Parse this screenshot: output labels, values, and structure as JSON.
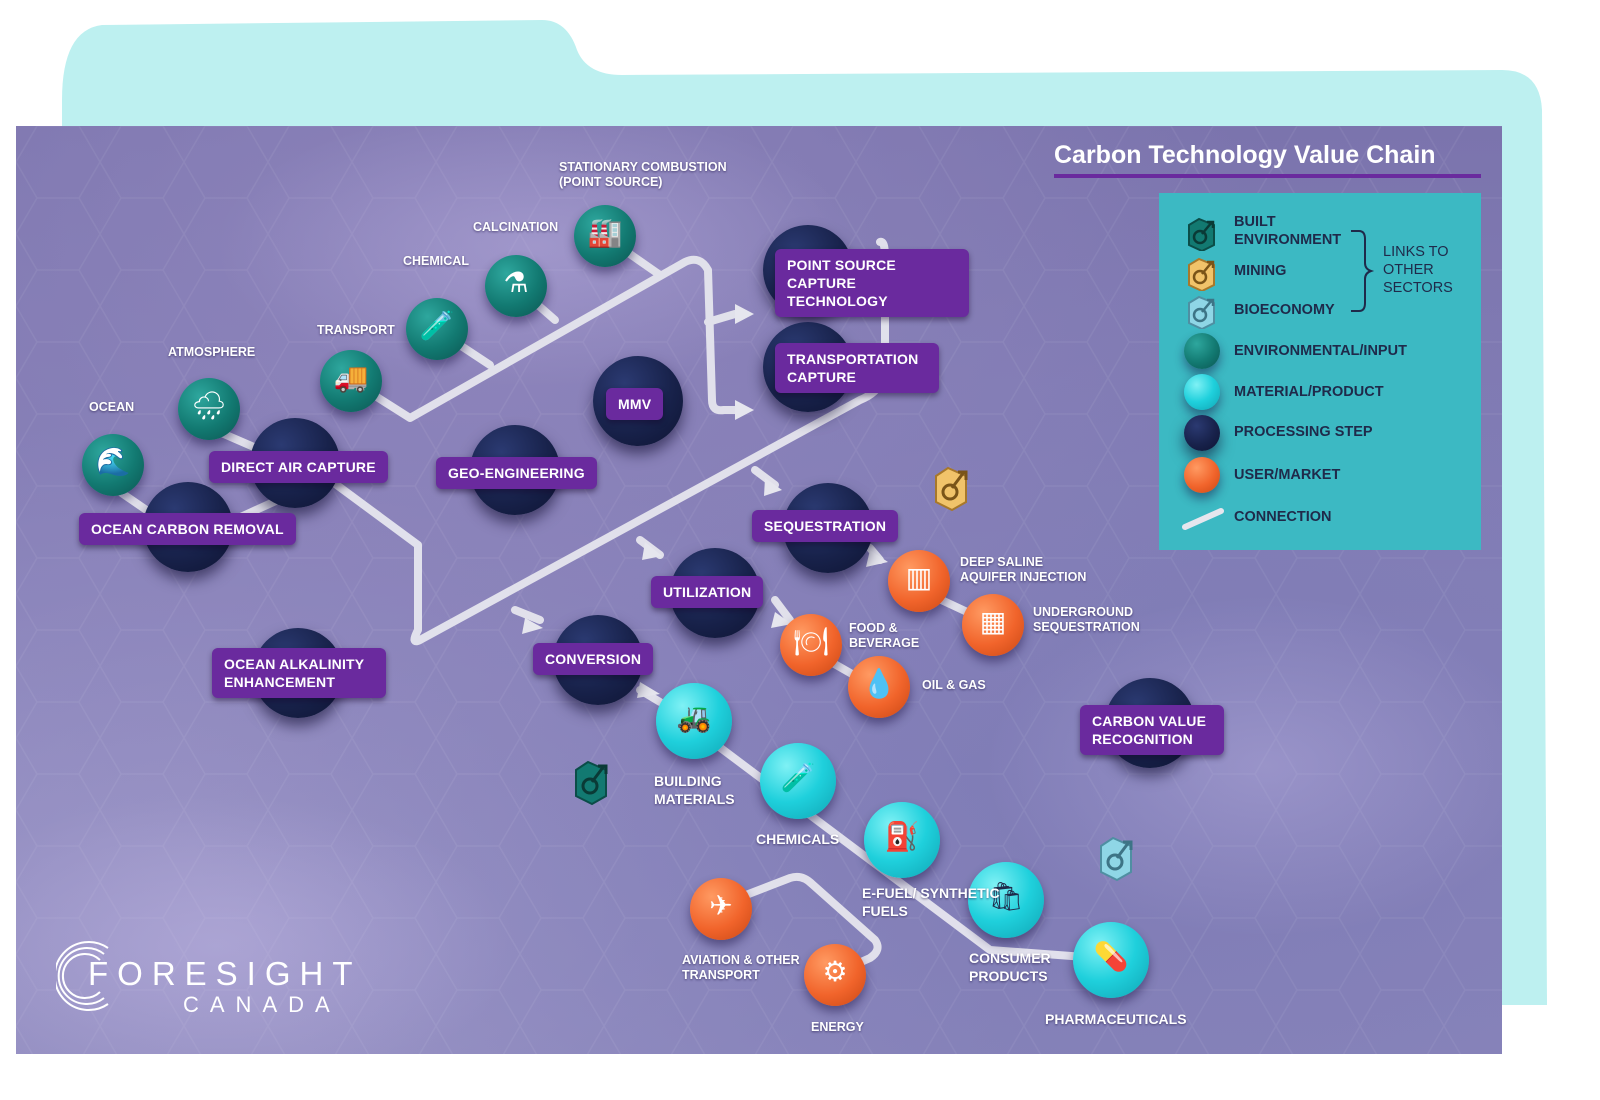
{
  "title": "Carbon Technology Value Chain",
  "legend": {
    "items": [
      {
        "label": "BUILT ENVIRONMENT",
        "symbol": "link-icon",
        "color": "#127971"
      },
      {
        "label": "MINING",
        "symbol": "link-icon",
        "color": "#f1c36a"
      },
      {
        "label": "BIOECONOMY",
        "symbol": "link-icon",
        "color": "#8fd6e6"
      },
      {
        "label": "ENVIRONMENTAL/INPUT",
        "symbol": "circle",
        "color": "#127971"
      },
      {
        "label": "MATERIAL/PRODUCT",
        "symbol": "circle",
        "color": "#1fd0dc"
      },
      {
        "label": "PROCESSING STEP",
        "symbol": "circle",
        "color": "#18224b"
      },
      {
        "label": "USER/MARKET",
        "symbol": "circle",
        "color": "#f1642b"
      },
      {
        "label": "CONNECTION",
        "symbol": "line",
        "color": "#e8e8ee"
      }
    ],
    "links_note": "LINKS TO OTHER SECTORS"
  },
  "inputs": {
    "stationary_combustion": "STATIONARY COMBUSTION (POINT SOURCE)",
    "calcination": "CALCINATION",
    "chemical": "CHEMICAL",
    "transport": "TRANSPORT",
    "atmosphere": "ATMOSPHERE",
    "ocean": "OCEAN"
  },
  "processing": {
    "point_source_capture": "POINT SOURCE CAPTURE TECHNOLOGY",
    "transportation_capture": "TRANSPORTATION CAPTURE",
    "mmv": "MMV",
    "direct_air_capture": "DIRECT AIR CAPTURE",
    "geo_engineering": "GEO-ENGINEERING",
    "ocean_carbon_removal": "OCEAN CARBON REMOVAL",
    "sequestration": "SEQUESTRATION",
    "utilization": "UTILIZATION",
    "conversion": "CONVERSION",
    "ocean_alkalinity": "OCEAN ALKALINITY ENHANCEMENT",
    "carbon_value": "CARBON VALUE RECOGNITION"
  },
  "outputs": {
    "deep_saline": "DEEP SALINE AQUIFER INJECTION",
    "underground": "UNDERGROUND SEQUESTRATION",
    "food": "FOOD & BEVERAGE",
    "oil_gas": "OIL & GAS",
    "building_materials": "BUILDING MATERIALS",
    "chemicals": "CHEMICALS",
    "efuel": "E-FUEL/ SYNTHETIC FUELS",
    "consumer": "CONSUMER PRODUCTS",
    "aviation": "AVIATION & OTHER TRANSPORT",
    "energy": "ENERGY",
    "pharma": "PHARMACEUTICALS"
  },
  "logo": {
    "main": "FORESIGHT",
    "sub": "CANADA"
  },
  "colors": {
    "accent": "#6a2a9e",
    "legend_bg": "#3cb9c3",
    "folder": "#bdf0f0",
    "panel": "#7f7aaf"
  }
}
